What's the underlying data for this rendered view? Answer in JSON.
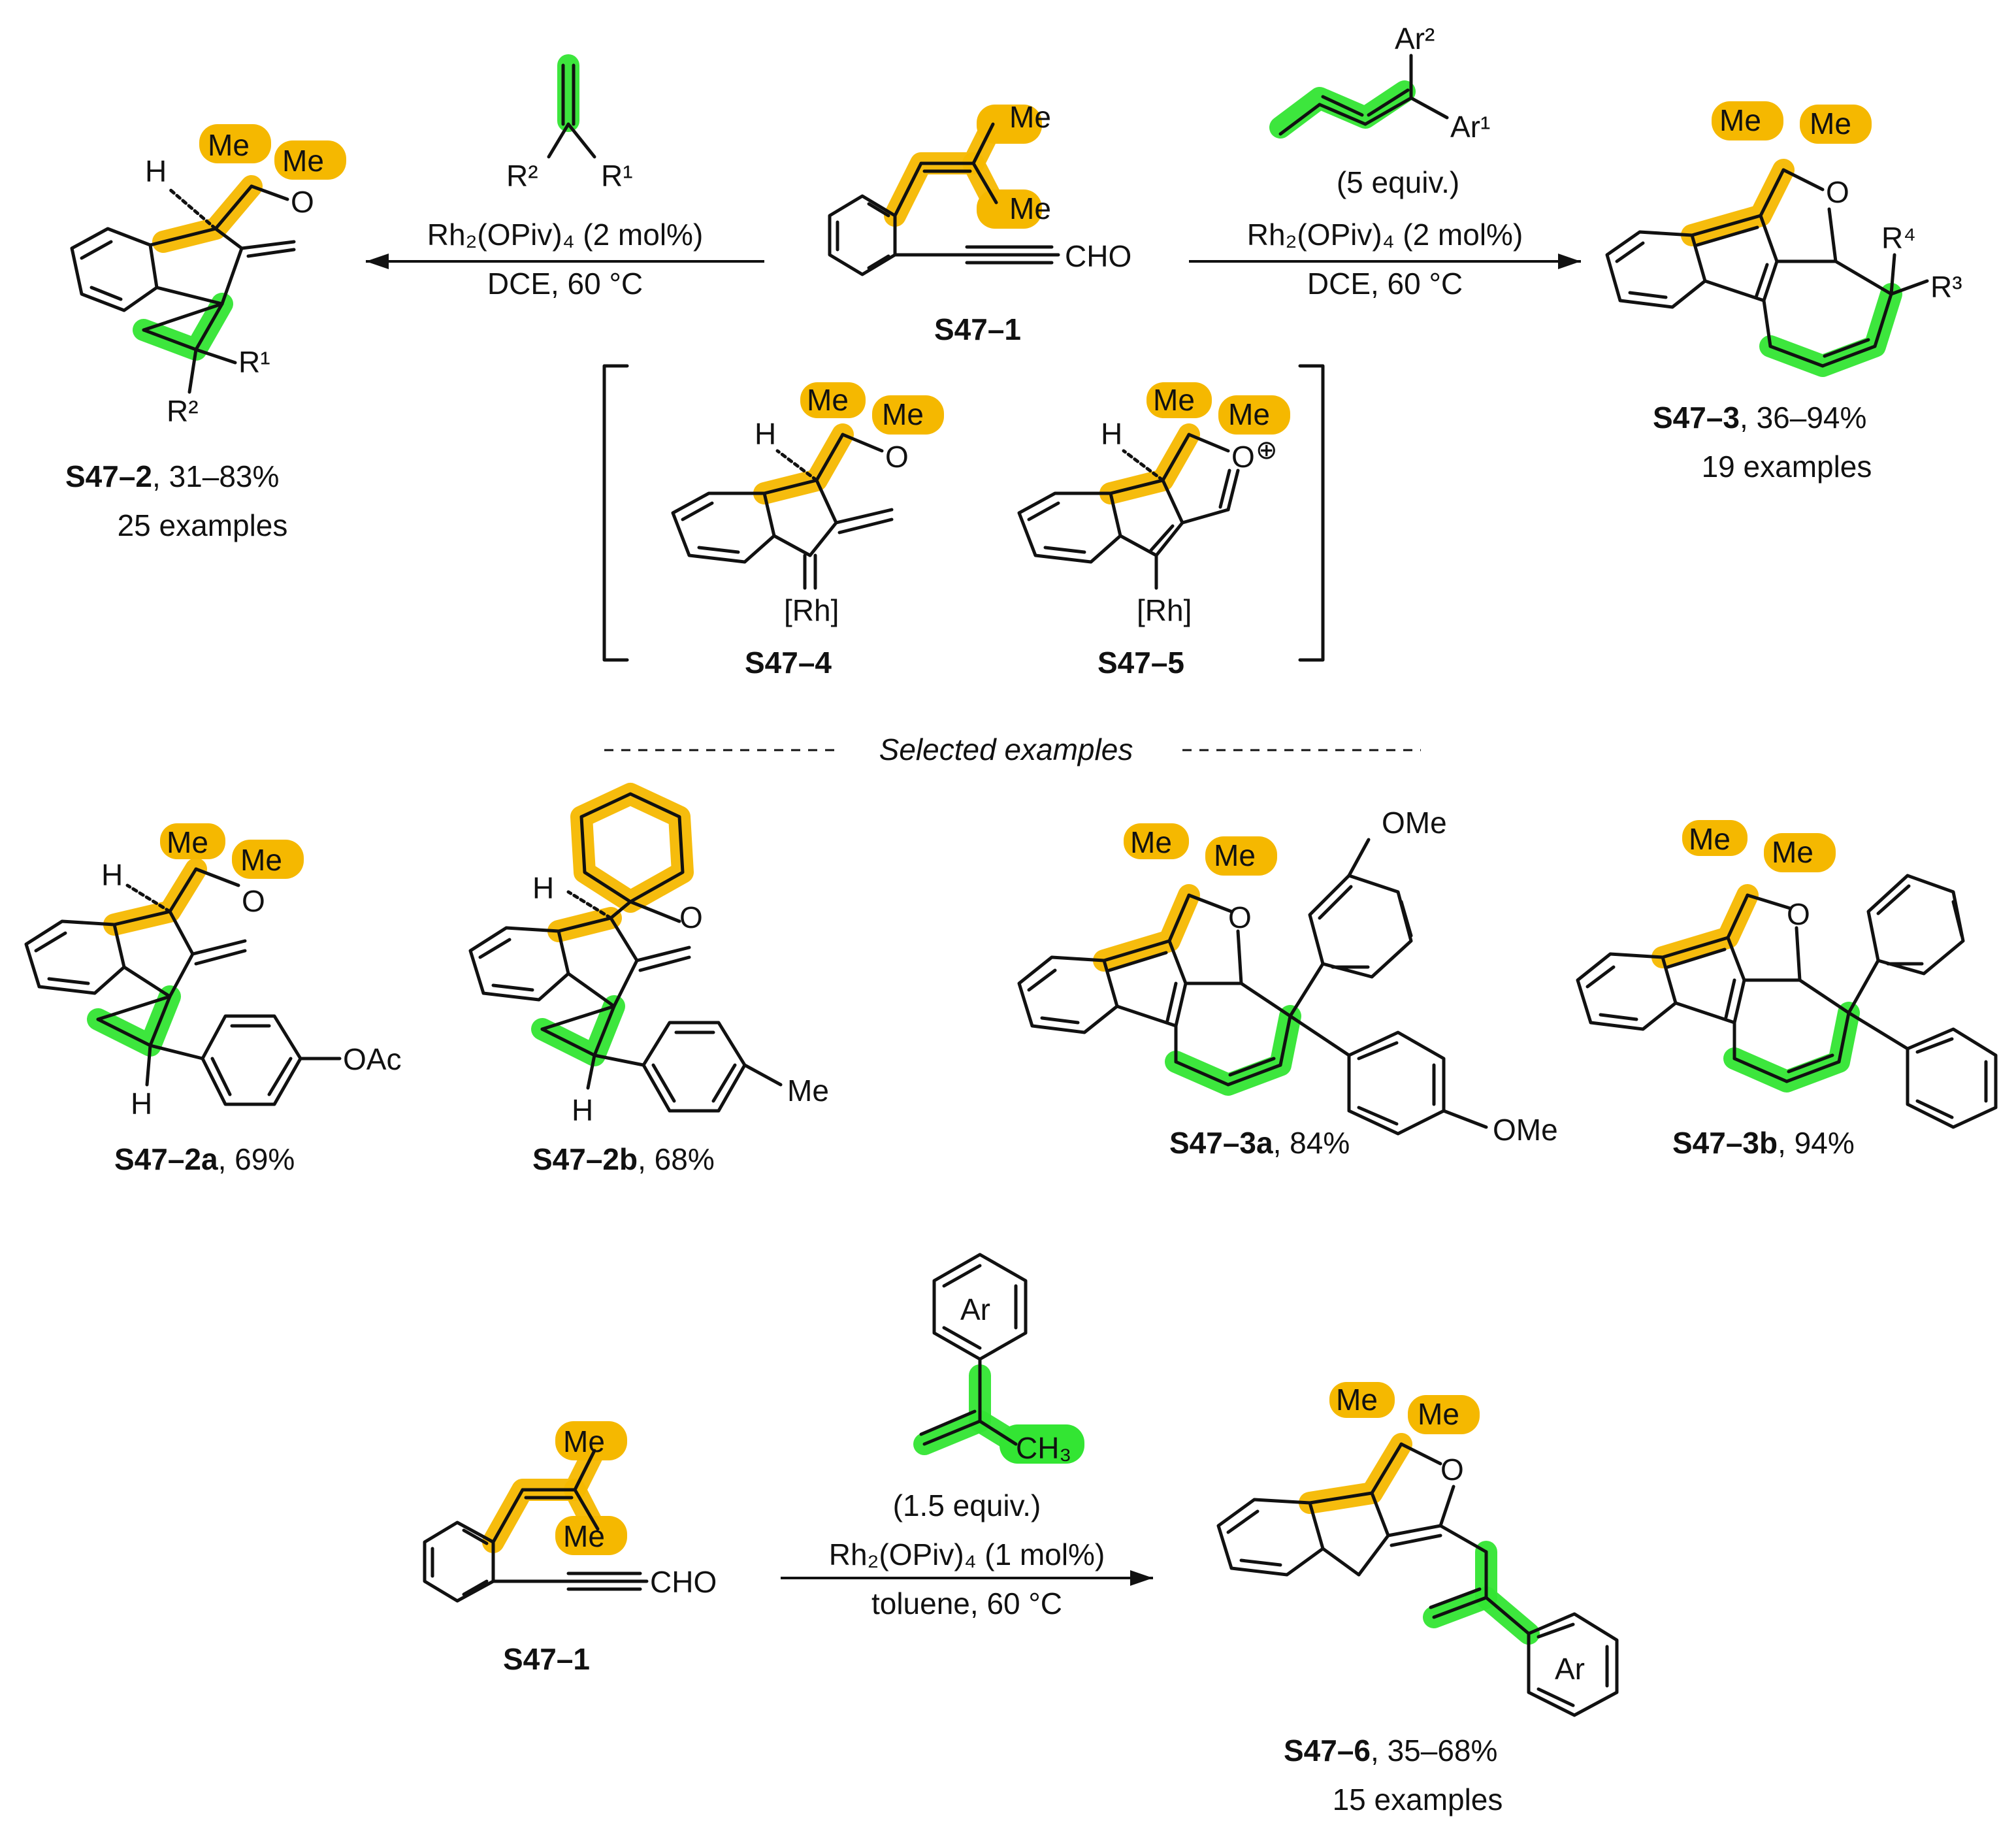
{
  "compounds": {
    "s47_1_top": "S47–1",
    "s47_1_bottom": "S47–1",
    "s47_2": "S47–2",
    "s47_2_yield": ", 31–83%",
    "s47_2_examples": "25 examples",
    "s47_3": "S47–3",
    "s47_3_yield": ", 36–94%",
    "s47_3_examples": "19 examples",
    "s47_4": "S47–4",
    "s47_5": "S47–5",
    "s47_6": "S47–6",
    "s47_6_yield": ", 35–68%",
    "s47_6_examples": "15 examples",
    "s47_2a": "S47–2a",
    "s47_2a_yield": ", 69%",
    "s47_2b": "S47–2b",
    "s47_2b_yield": ", 68%",
    "s47_3a": "S47–3a",
    "s47_3a_yield": ", 84%",
    "s47_3b": "S47–3b",
    "s47_3b_yield": ", 94%"
  },
  "conditions": {
    "left_catalyst": "Rh₂(OPiv)₄ (2 mol%)",
    "left_solvent": "DCE, 60 °C",
    "right_equiv": "(5 equiv.)",
    "right_catalyst": "Rh₂(OPiv)₄ (2 mol%)",
    "right_solvent": "DCE, 60 °C",
    "bottom_equiv": "(1.5 equiv.)",
    "bottom_catalyst": "Rh₂(OPiv)₄ (1 mol%)",
    "bottom_solvent": "toluene, 60 °C"
  },
  "section_title": "Selected examples",
  "atoms": {
    "me": "Me",
    "o": "O",
    "h": "H",
    "cho": "CHO",
    "rh": "[Rh]",
    "r1": "R¹",
    "r2": "R²",
    "r3": "R³",
    "r4": "R⁴",
    "ar": "Ar",
    "ar1": "Ar¹",
    "ar2": "Ar²",
    "ome": "OMe",
    "oac": "OAc",
    "ch3": "CH₃",
    "oplus": "⊕"
  },
  "colors": {
    "highlight_orange": "#f5b800",
    "highlight_green": "#33e533"
  }
}
